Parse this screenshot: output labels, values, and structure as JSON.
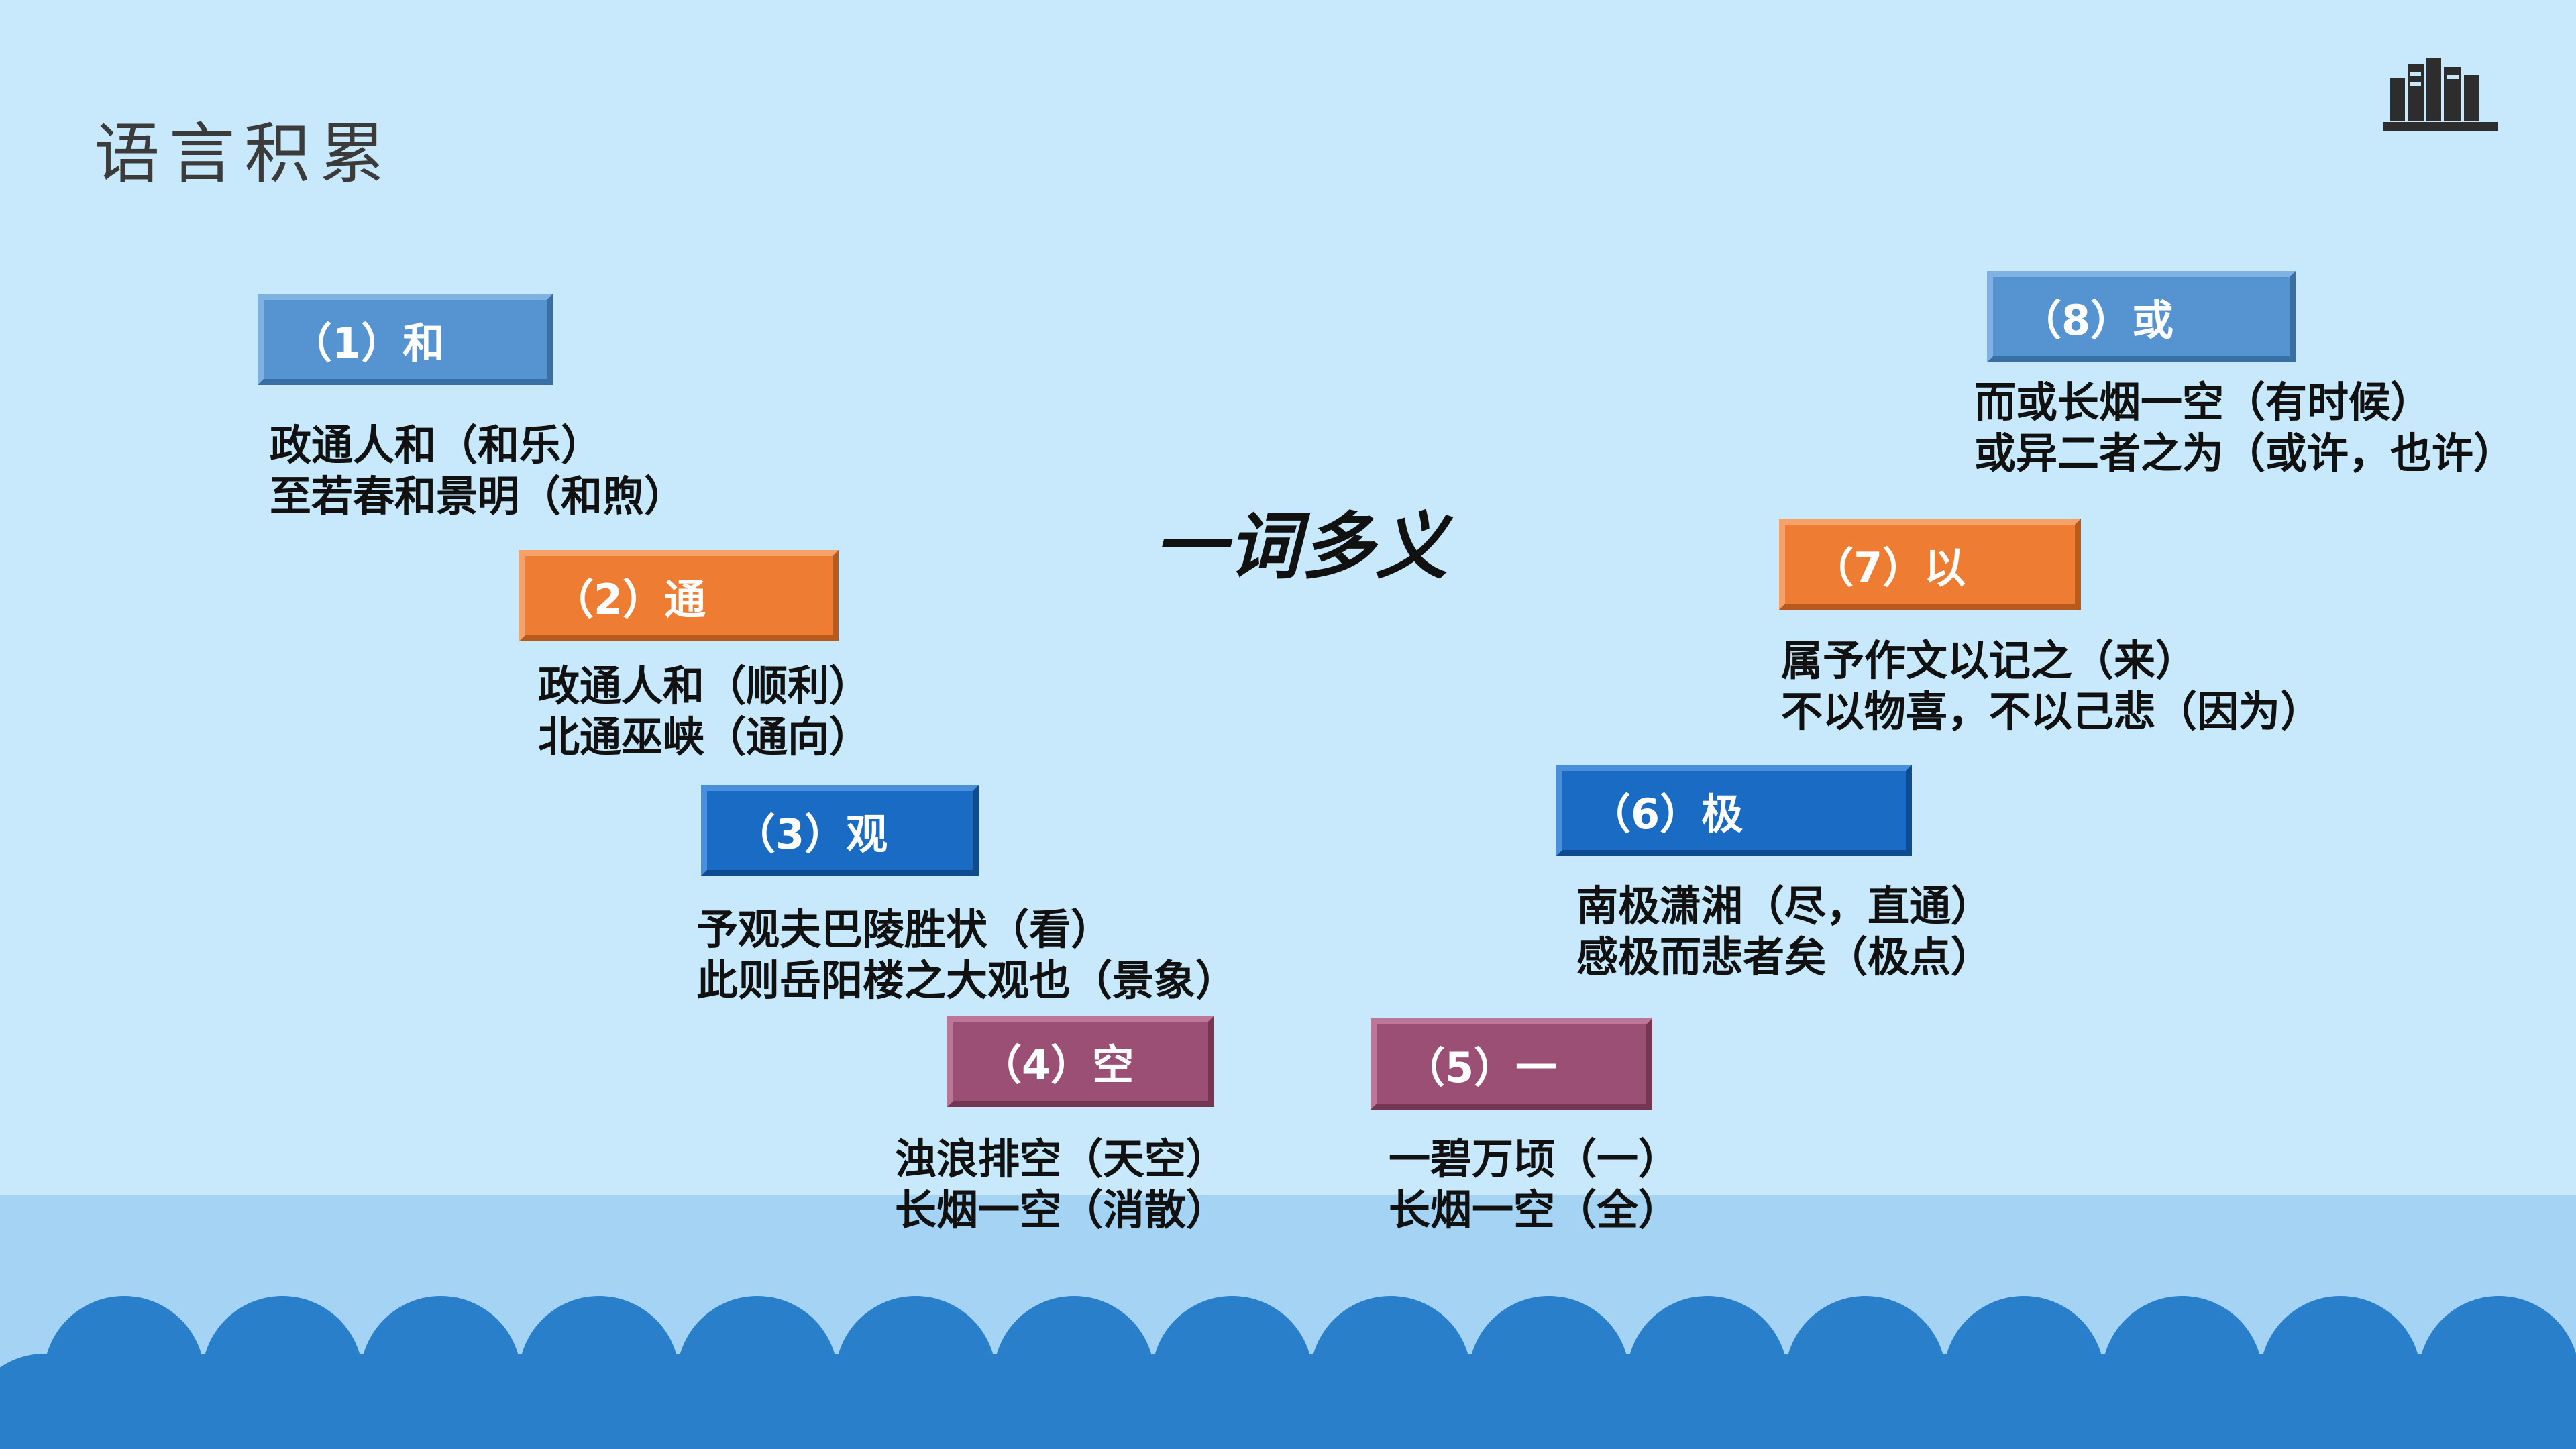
{
  "title": "语言积累",
  "center_title": "一词多义",
  "icons": {
    "corner": "books-icon"
  },
  "colors": {
    "background": "#c8e9fb",
    "band": "#a5d3f3",
    "wave": "#2a7fcb",
    "blue": "#5593d1",
    "orange": "#ee7d33",
    "dark_blue": "#1a6bc4",
    "purple": "#9c4f74"
  },
  "items": [
    {
      "label": "（1）和",
      "lines": [
        "政通人和（和乐）",
        "至若春和景明（和煦）"
      ]
    },
    {
      "label": "（2）通",
      "lines": [
        "政通人和（顺利）",
        "北通巫峡（通向）"
      ]
    },
    {
      "label": "（3）观",
      "lines": [
        "予观夫巴陵胜状（看）",
        "此则岳阳楼之大观也（景象）"
      ]
    },
    {
      "label": "（4）空",
      "lines": [
        "浊浪排空（天空）",
        "长烟一空（消散）"
      ]
    },
    {
      "label": "（5）一",
      "lines": [
        "一碧万顷（一）",
        "长烟一空（全）"
      ]
    },
    {
      "label": "（6）极",
      "lines": [
        "南极潇湘（尽，直通）",
        "感极而悲者矣（极点）"
      ]
    },
    {
      "label": "（7）以",
      "lines": [
        "属予作文以记之（来）",
        "不以物喜，不以己悲（因为）"
      ]
    },
    {
      "label": "（8）或",
      "lines": [
        "而或长烟一空（有时候）",
        "或异二者之为（或许，也许）"
      ]
    }
  ]
}
